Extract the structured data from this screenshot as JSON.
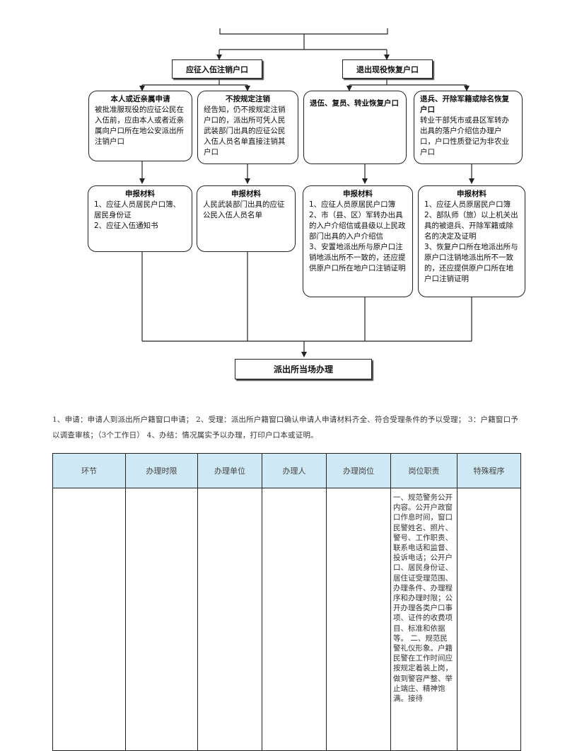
{
  "flow": {
    "branch_left": "应征入伍注销户口",
    "branch_right": "退出现役恢复户口",
    "boxes": [
      {
        "title": "本人或近亲属申请",
        "body": "被批准服现役的应征公民在入伍前，应由本人或者近亲属向户口所在地公安派出所注销户口"
      },
      {
        "title": "不按规定注销",
        "body": "经告知，仍不按规定注销户口的，派出所可凭人民武装部门出具的应征公民入伍人员名单直接注销其户口"
      },
      {
        "title": "退伍、复员、转业恢复户口",
        "body": ""
      },
      {
        "title": "退兵、开除军籍或除名恢复户口",
        "body": "转业干部凭市或县区军转办出具的落户介绍信办理户口，户口性质登记为非农业户口"
      }
    ],
    "materials": [
      {
        "title": "申报材料",
        "body": "1、应征人员居民户口簿、居民身份证\n2、应征入伍通知书"
      },
      {
        "title": "申报材料",
        "body": "人民武装部门出具的应征公民入伍人员名单"
      },
      {
        "title": "申报材料",
        "body": "1、应征人员原居民户口簿\n2、市（县、区）军转办出具的入户介绍信或县级以上民政部门出具的入户介绍信\n3、安置地派出所与原户口注销地派出所不一致的，还应提供原户口所在地户口注销证明"
      },
      {
        "title": "申报材料",
        "body": "1、应征人员原居民户口簿\n2、部队师（旅）以上机关出具的被退兵、开除军籍或除名的决定及证明\n3、恢复户口所在地派出所与原户口注销地派出所不一致的，还应提供原户口所在地户口注销证明"
      }
    ],
    "final": "派出所当场办理"
  },
  "description": "1、申请：申请人到派出所户籍窗口申请； 2、受理：派出所户籍窗口确认申请人申请材料齐全、符合受理条件的予以受理； 3：户籍窗口予以调查审核；（3个工作日） 4、办结：情况属实予以办理，打印户口本或证明。",
  "table": {
    "headers": [
      "环节",
      "办理时限",
      "办理单位",
      "办理人",
      "办理岗位",
      "岗位职责",
      "特殊程序"
    ],
    "duty_text": "一、规范警务公开内容。公开户政窗口作息时间，窗口民警姓名、照片、警号、工作职责、联系电话和监督、投诉电话；公开户口、居民身份证、居住证受理范围、办理条件、办理程序和办理时限；公开办理各类户口事项、证件的收费项目、标准和依据等。 二、规范民警礼仪形象。户籍民警在工作时间应按规定着装上岗，做到警容严整、举止端庄、精神饱满。接待"
  }
}
